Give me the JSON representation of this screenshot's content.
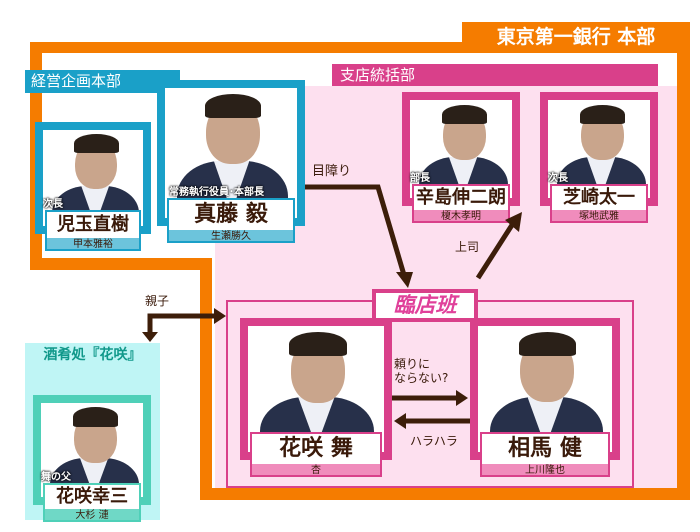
{
  "org_title": "東京第一銀行 本部",
  "groups": {
    "planning": "経営企画本部",
    "branch": "支店統括部",
    "rinten": "臨店班",
    "izakaya": "酒肴処『花咲』"
  },
  "characters": [
    {
      "role": "次長",
      "name": "児玉直樹",
      "actor": "甲本雅裕"
    },
    {
      "role": "常務執行役員･本部長",
      "name": "真藤 毅",
      "actor": "生瀬勝久"
    },
    {
      "role": "部長",
      "name": "辛島伸二朗",
      "actor": "榎木孝明"
    },
    {
      "role": "次長",
      "name": "芝崎太一",
      "actor": "塚地武雅"
    },
    {
      "role": "",
      "name": "花咲 舞",
      "actor": "杏"
    },
    {
      "role": "",
      "name": "相馬 健",
      "actor": "上川隆也"
    },
    {
      "role": "舞の父",
      "name": "花咲幸三",
      "actor": "大杉 漣"
    }
  ],
  "relations": {
    "medzawari": "目障り",
    "joushi": "上司",
    "oyako": "親子",
    "tayorini": "頼りに\nならない?",
    "harahara": "ハラハラ"
  },
  "colors": {
    "orange": "#f57c00",
    "blue": "#1aa0c8",
    "pink": "#d9408a",
    "lightpink": "#fde0ef",
    "teal": "#4fd0b8",
    "arrow": "#3d1e0a"
  }
}
